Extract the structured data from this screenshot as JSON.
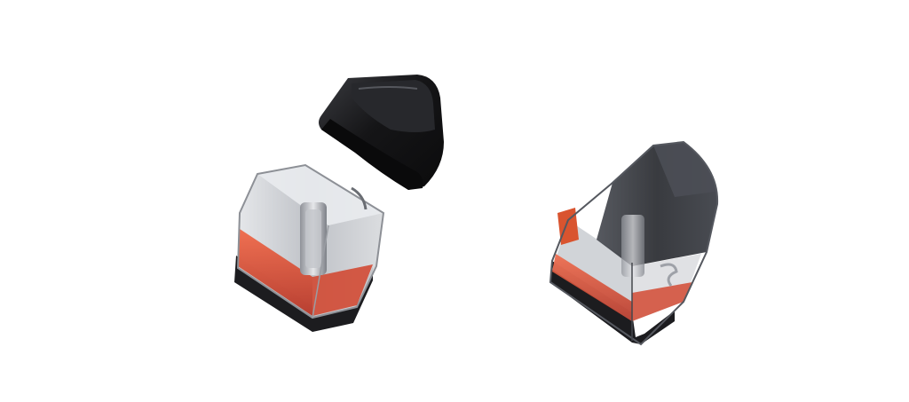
{
  "scene": {
    "background": "#ffffff",
    "colors": {
      "cap_black": "#151517",
      "cap_highlight": "#3a3b40",
      "clear_plastic": "#c9ccd1",
      "clear_edge": "#8d9096",
      "e_liquid_orange": "#e8553a",
      "e_liquid_dark": "#b8392a",
      "base_black": "#1c1c1f",
      "smoked_shell": "#2a2c31",
      "tab_orange": "#d9542f"
    },
    "objects": [
      "mouthpiece-cap",
      "open-pod-cartridge",
      "assembled-pod-cartridge"
    ]
  }
}
